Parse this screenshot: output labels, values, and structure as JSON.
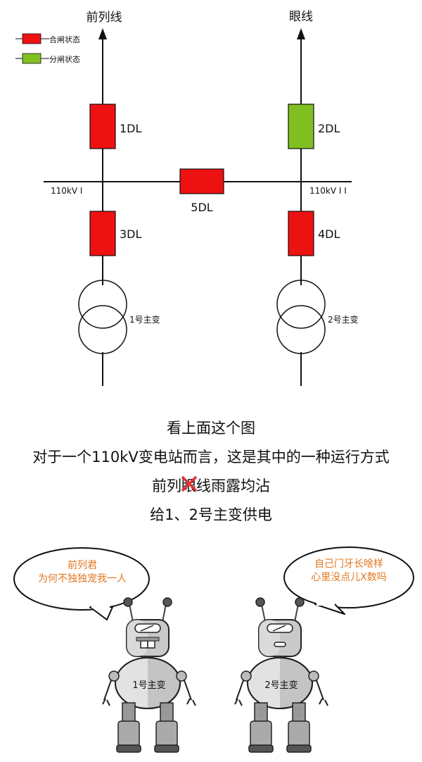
{
  "diagram": {
    "line_left_label": "前列线",
    "line_right_label": "眼线",
    "legend": [
      {
        "label": "合闸状态",
        "color": "#ee1111"
      },
      {
        "label": "分闸状态",
        "color": "#80c020"
      }
    ],
    "breakers": [
      {
        "id": "1DL",
        "state": "closed",
        "color": "#ee1111"
      },
      {
        "id": "2DL",
        "state": "open",
        "color": "#80c020"
      },
      {
        "id": "3DL",
        "state": "closed",
        "color": "#ee1111"
      },
      {
        "id": "4DL",
        "state": "closed",
        "color": "#ee1111"
      },
      {
        "id": "5DL",
        "state": "closed",
        "color": "#ee1111"
      }
    ],
    "bus_left_label": "110kV I",
    "bus_right_label": "110kV I I",
    "transformer_left_label": "1号主变",
    "transformer_right_label": "2号主变"
  },
  "caption": {
    "line1": "看上面这个图",
    "line2": "对于一个110kV变电站而言，这是其中的一种运行方式",
    "line3_a": "前列",
    "line3_crossed": "眼",
    "line3_b": "线雨露均沾",
    "line4": "给1、2号主变供电"
  },
  "comic": {
    "left_bubble_line1": "前列君",
    "left_bubble_line2": "为何不独独宠我一人",
    "right_bubble_line1": "自己门牙长啥样",
    "right_bubble_line2": "心里没点儿X数吗",
    "left_robot_label": "1号主变",
    "right_robot_label": "2号主变",
    "bubble_text_color": "#e07820"
  }
}
